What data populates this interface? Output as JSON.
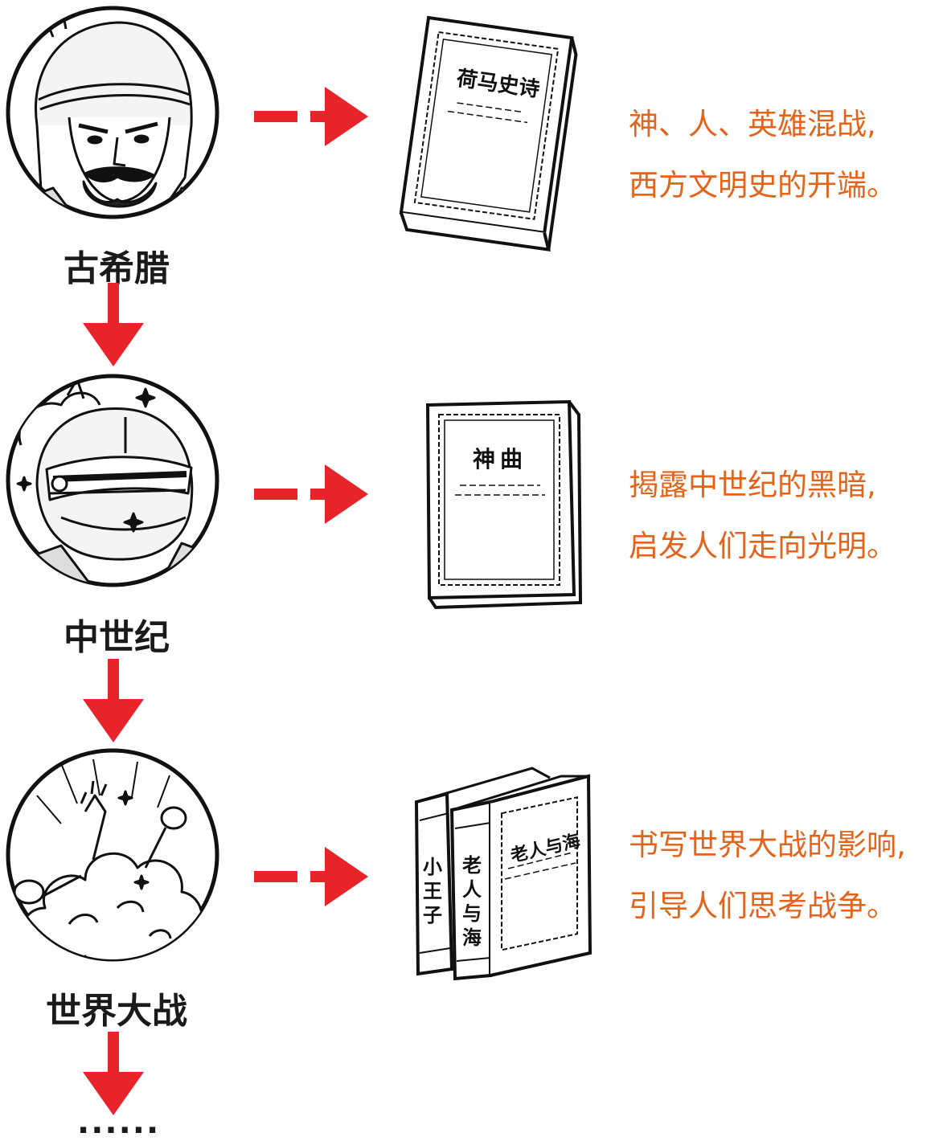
{
  "eras": [
    {
      "label": "古希腊",
      "book": {
        "title": "荷马史诗"
      },
      "description": [
        "神、人、英雄混战,",
        "西方文明史的开端。"
      ]
    },
    {
      "label": "中世纪",
      "book": {
        "title": "神曲"
      },
      "description": [
        "揭露中世纪的黑暗,",
        "启发人们走向光明。"
      ]
    },
    {
      "label": "世界大战",
      "books": [
        {
          "title": "小王子"
        },
        {
          "title": "老人与海"
        }
      ],
      "description": [
        "书写世界大战的影响,",
        "引导人们思考战争。"
      ]
    }
  ],
  "continuation": "......",
  "colors": {
    "arrow": "#e8242b",
    "description_text": "#e4631a",
    "ink": "#1a1a1a"
  },
  "icons": [
    "greek-warrior-icon",
    "medieval-knight-icon",
    "battle-brawl-icon",
    "book-icon",
    "down-arrow-icon",
    "dashed-right-arrow-icon"
  ]
}
